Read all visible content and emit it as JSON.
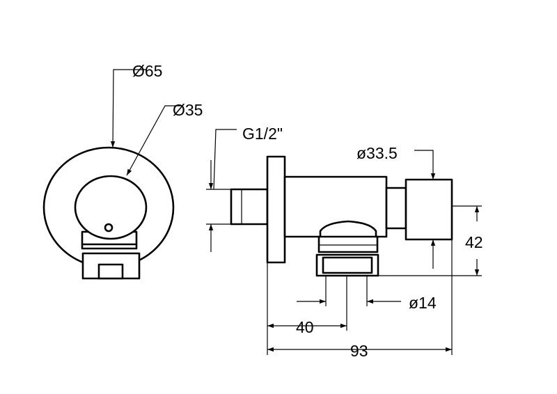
{
  "labels": {
    "dia_outer": "Ø65",
    "dia_inner": "Ø35",
    "thread": "G1/2\"",
    "dia_handle": "ø33.5",
    "height": "42",
    "dia_outlet": "ø14",
    "dim_outlet": "40",
    "dim_total": "93"
  },
  "colors": {
    "line": "#000000",
    "background": "#ffffff"
  }
}
